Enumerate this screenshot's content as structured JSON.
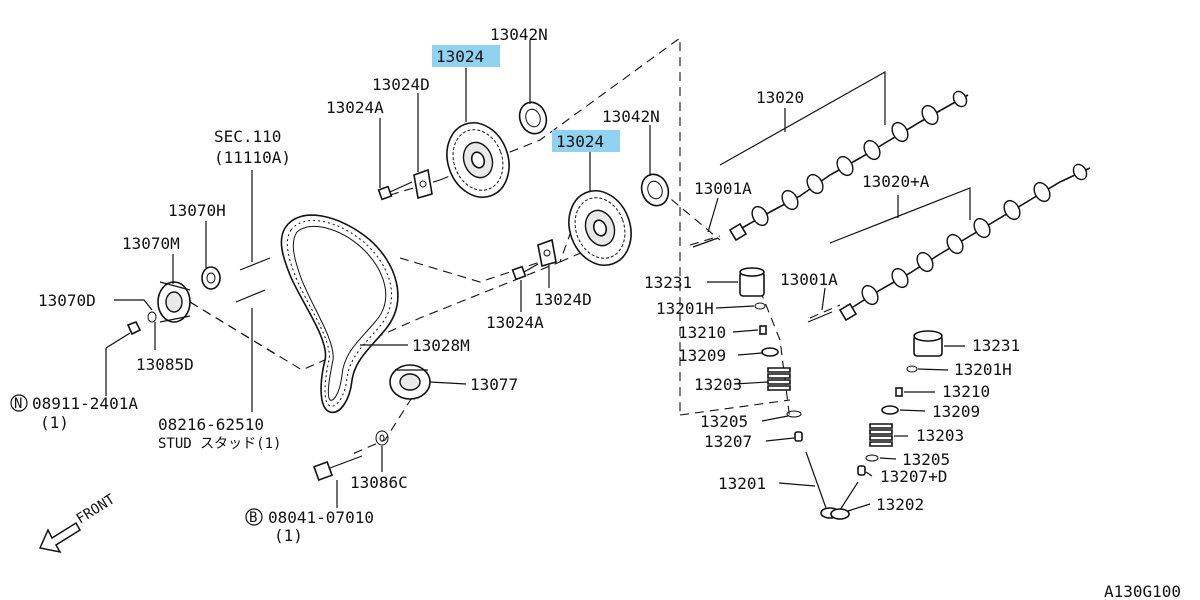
{
  "labels": {
    "p13042N_top": "13042N",
    "p13024_top": "13024",
    "p13024D_top": "13024D",
    "p13024A_top": "13024A",
    "p13042N_mid": "13042N",
    "p13024_mid": "13024",
    "p13020": "13020",
    "p13020A": "13020+A",
    "p13001A_top": "13001A",
    "p13001A_mid": "13001A",
    "sec110": "SEC.110",
    "sec110_sub": "(11110A)",
    "p13070H": "13070H",
    "p13070M": "13070M",
    "p13070D": "13070D",
    "p13085D": "13085D",
    "p13028M": "13028M",
    "p13077": "13077",
    "p13024D_low": "13024D",
    "p13024A_low": "13024A",
    "p13231_left": "13231",
    "p13201H_left": "13201H",
    "p13210_left": "13210",
    "p13209_left": "13209",
    "p13203_left": "13203",
    "p13205_left": "13205",
    "p13207_left": "13207",
    "p13201": "13201",
    "p13231_right": "13231",
    "p13201H_right": "13201H",
    "p13210_right": "13210",
    "p13209_right": "13209",
    "p13203_right": "13203",
    "p13205_right": "13205",
    "p13207D": "13207+D",
    "p13202": "13202",
    "nut_code": "08911-2401A",
    "nut_marker": "N",
    "nut_qty": "(1)",
    "stud_code": "08216-62510",
    "stud_desc": "STUD スタッド(1)",
    "p13086C": "13086C",
    "bolt_marker": "B",
    "bolt_code": "08041-07010",
    "bolt_qty": "(1)",
    "front": "FRONT",
    "diagram_id": "A130G100"
  },
  "highlight_color": "#8fd3f0"
}
